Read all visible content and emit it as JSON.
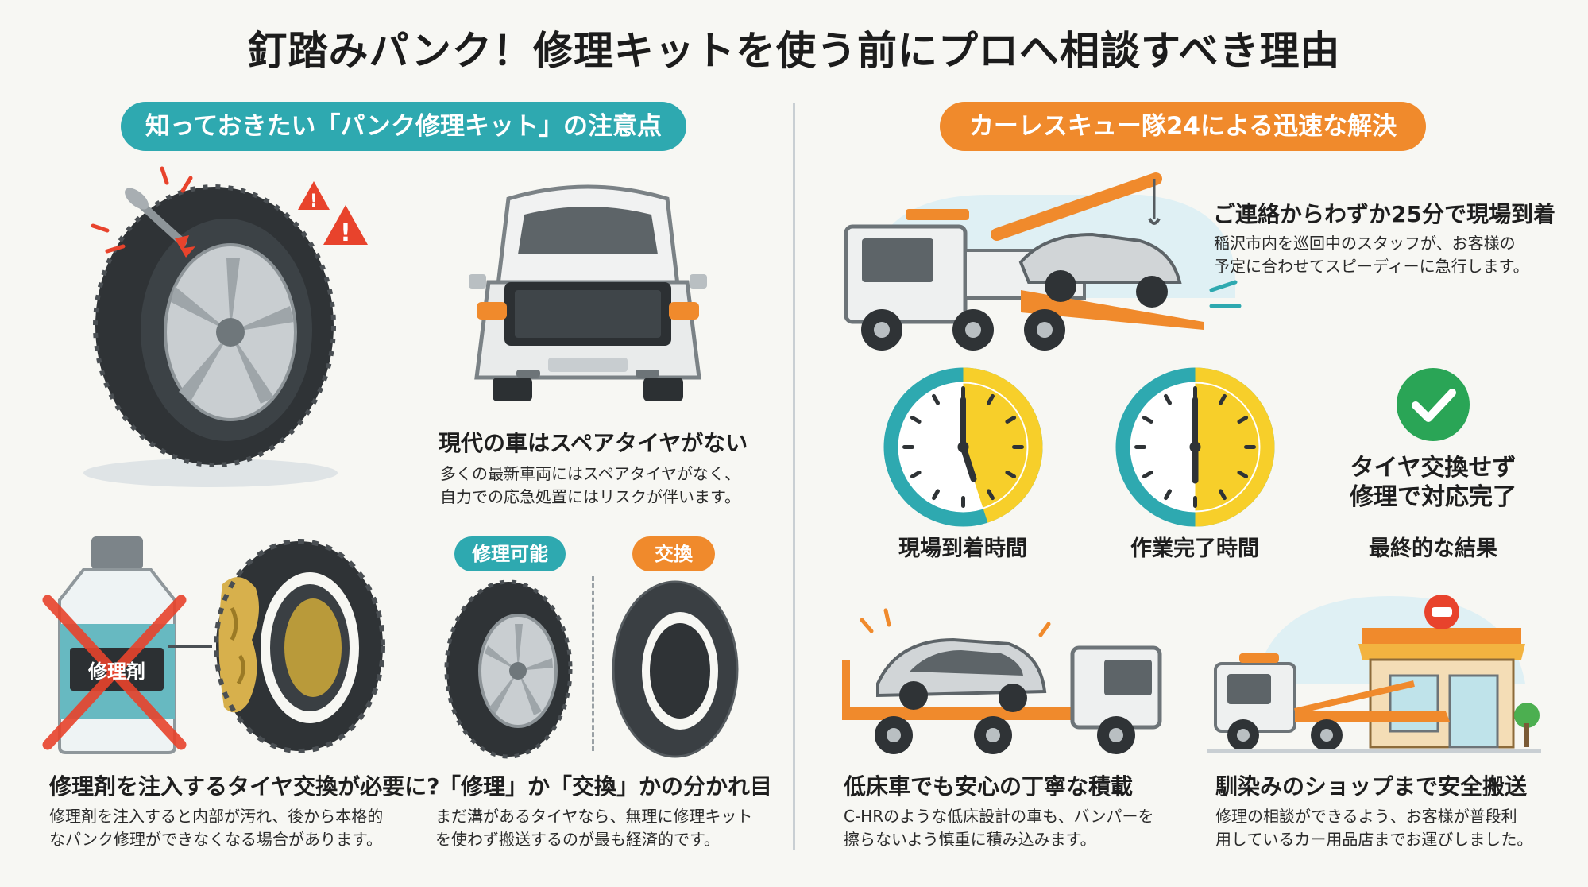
{
  "title": "釘踏みパンク！修理キットを使う前にプロへ相談すべき理由",
  "left": {
    "header": "知っておきたい「パンク修理キット」の注意点",
    "spare": {
      "heading": "現代の車はスペアタイヤがない",
      "text_line1": "多くの最新車両にはスペアタイヤがなく、",
      "text_line2": "自力での応急処置にはリスクが伴います。"
    },
    "sealant": {
      "bottle_label": "修理剤",
      "heading": "修理剤を注入するタイヤ交換が必要に?",
      "text_line1": "修理剤を注入すると内部が汚れ、後から本格的",
      "text_line2": "なパンク修理ができなくなる場合があります。"
    },
    "choice": {
      "tag_repair": "修理可能",
      "tag_replace": "交換",
      "heading": "「修理」か「交換」かの分かれ目",
      "text_line1": "まだ溝があるタイヤなら、無理に修理キット",
      "text_line2": "を使わず搬送するのが最も経済的です。"
    }
  },
  "right": {
    "header": "カーレスキュー隊24による迅速な解決",
    "arrival": {
      "heading": "ご連絡からわずか25分で現場到着",
      "text_line1": "稲沢市内を巡回中のスタッフが、お客様の",
      "text_line2": "予定に合わせてスピーディーに急行します。"
    },
    "clocks": [
      {
        "label": "現場到着時間",
        "fraction": 0.45
      },
      {
        "label": "作業完了時間",
        "fraction": 0.5
      }
    ],
    "result": {
      "line1": "タイヤ交換せず",
      "line2": "修理で対応完了",
      "label": "最終的な結果"
    },
    "lowbed": {
      "heading": "低床車でも安心の丁寧な積載",
      "text_line1": "C-HRのような低床設計の車も、バンパーを",
      "text_line2": "擦らないよう慎重に積み込みます。"
    },
    "shop": {
      "heading": "馴染みのショップまで安全搬送",
      "text_line1": "修理の相談ができるよう、お客様が普段利",
      "text_line2": "用しているカー用品店までお運びしました。"
    }
  },
  "colors": {
    "teal": "#2ea9b0",
    "orange": "#f08a2c",
    "yellow": "#f7cf2a",
    "red": "#e8432c",
    "green": "#2aa556"
  }
}
